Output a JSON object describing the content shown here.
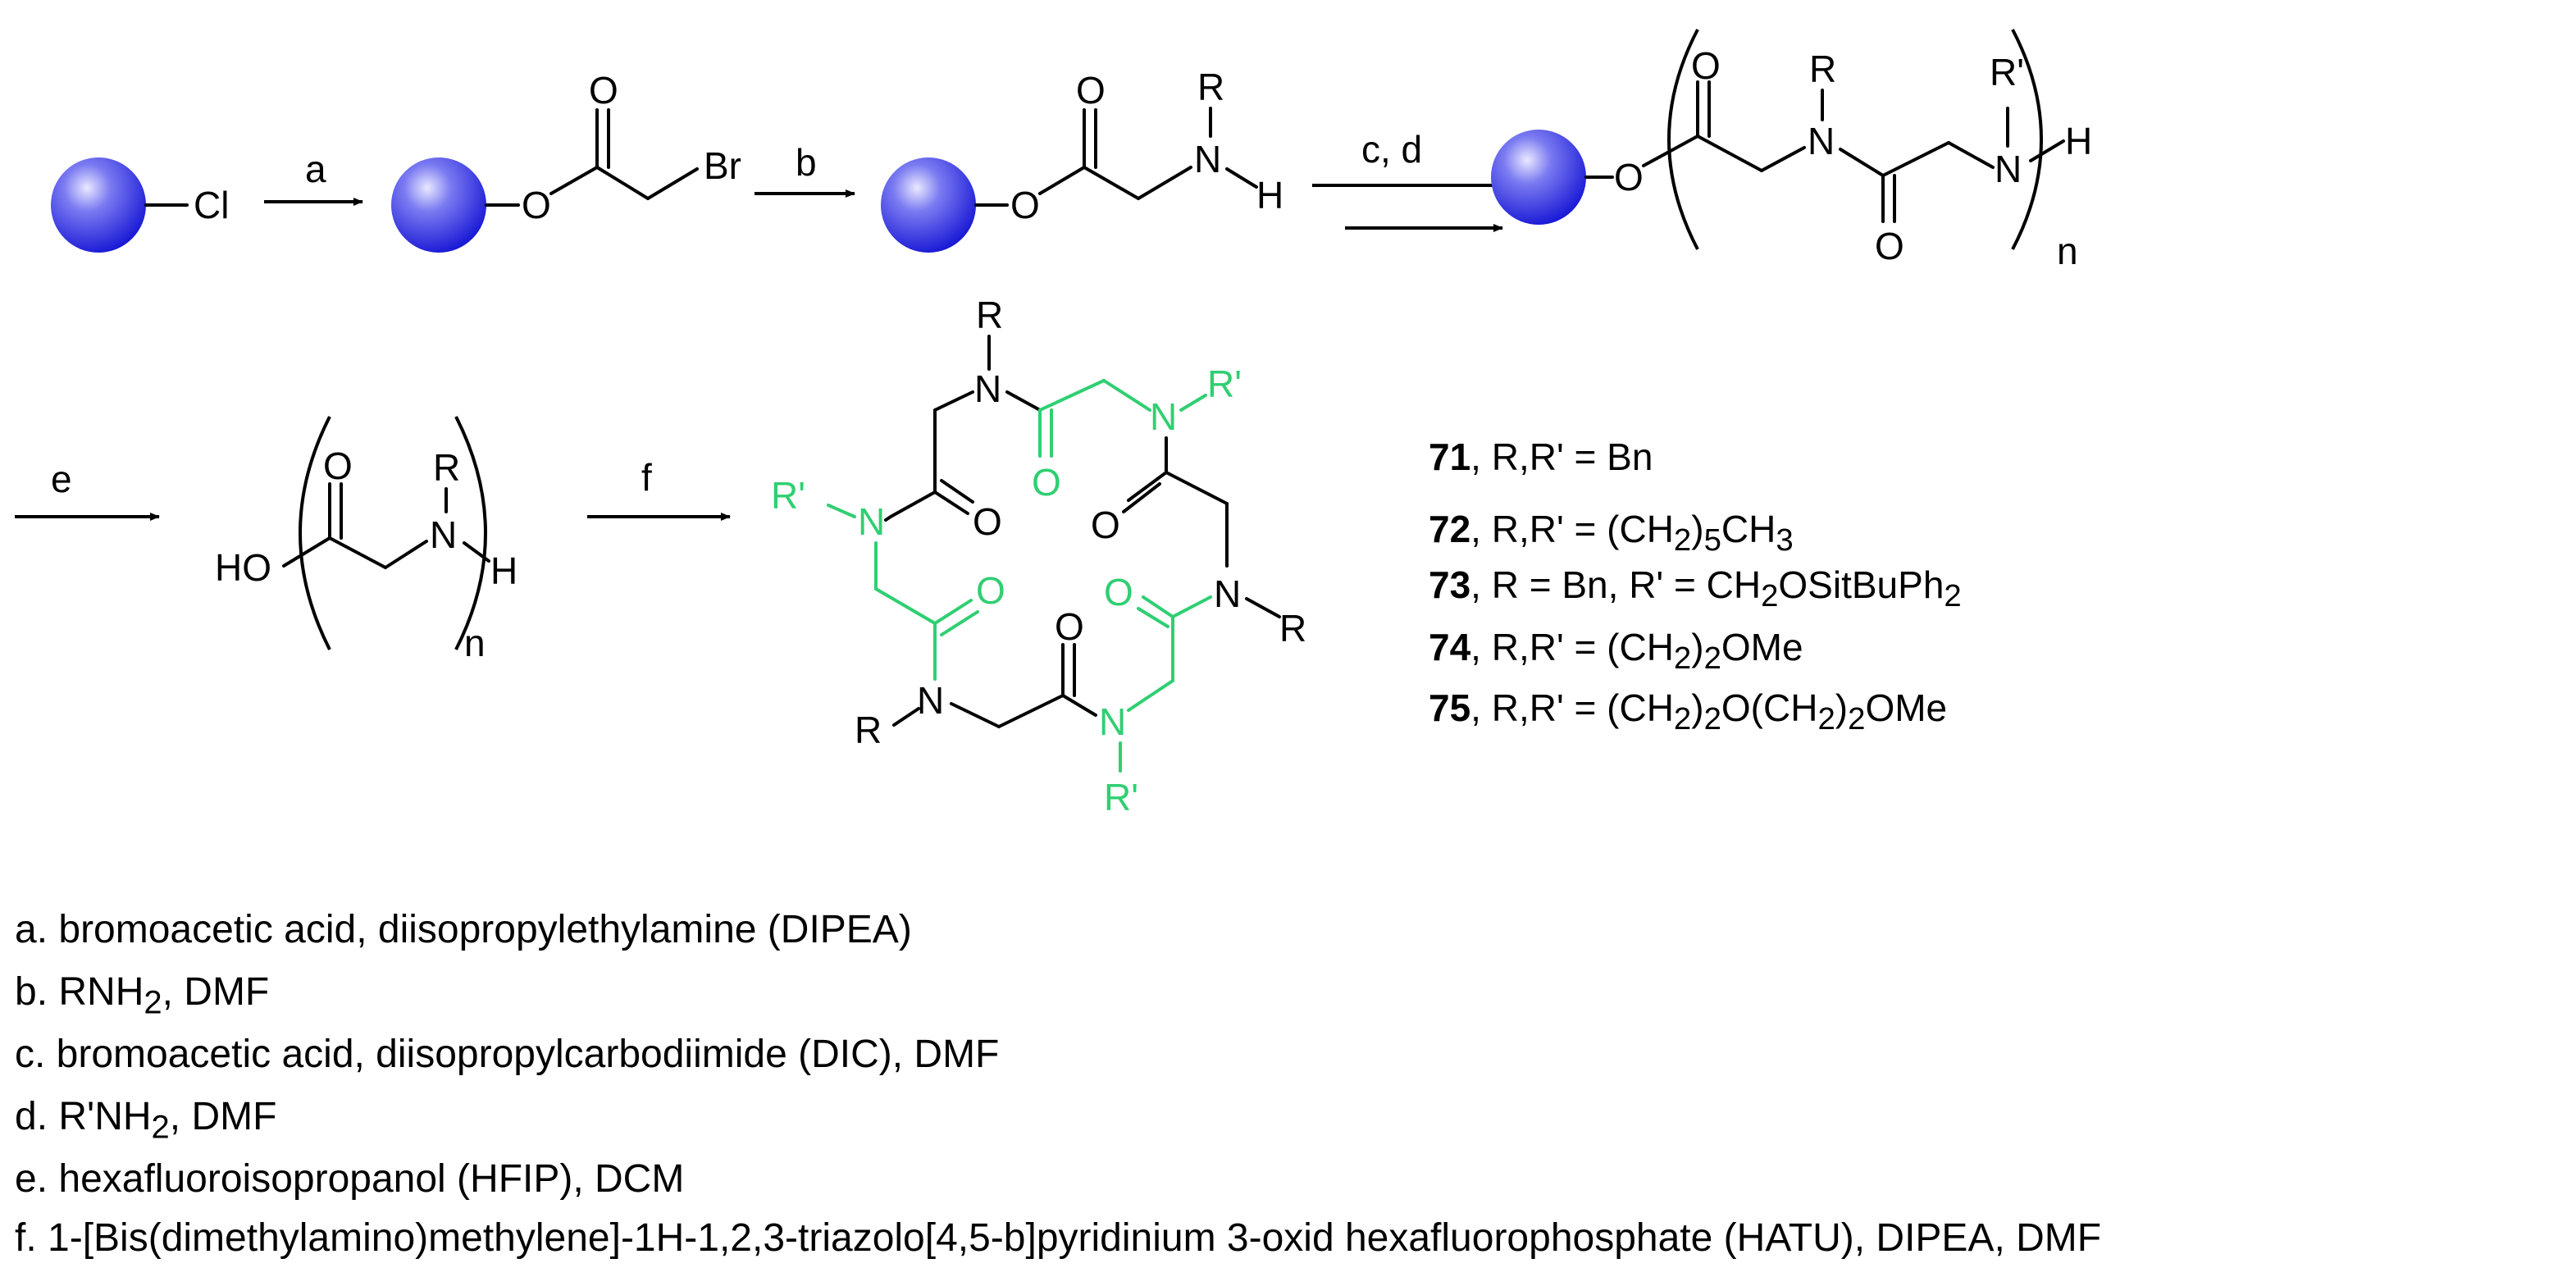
{
  "scheme": {
    "atoms": {
      "cl": "Cl",
      "br": "Br",
      "o": "O",
      "n": "N",
      "h": "H",
      "r": "R",
      "rp": "R'",
      "ho": "HO",
      "n_sub": "n"
    },
    "arrows": {
      "a": "a",
      "b": "b",
      "cd": "c, d",
      "e": "e",
      "f": "f"
    }
  },
  "compounds": [
    {
      "id": "71",
      "text": ", R,R' = Bn"
    },
    {
      "id": "72",
      "text": ", R,R' = (CH",
      "sub1": "2",
      "mid": ")",
      "sub2": "5",
      "tail": "CH",
      "sub3": "3"
    },
    {
      "id": "73",
      "text": ", R = Bn, R' = CH",
      "sub1": "2",
      "tail": "OSitBuPh",
      "sub2": "2"
    },
    {
      "id": "74",
      "text": ", R,R' = (CH",
      "sub1": "2",
      "mid": ")",
      "sub2": "2",
      "tail": "OMe"
    },
    {
      "id": "75",
      "text": ", R,R' = (CH",
      "sub1": "2",
      "mid": ")",
      "sub2": "2",
      "mid2": "O(CH",
      "sub3": "2",
      "mid3": ")",
      "sub4": "2",
      "tail": "OMe"
    }
  ],
  "conditions": [
    {
      "text": "a. bromoacetic acid, diisopropylethylamine (DIPEA)"
    },
    {
      "pre": "b. RNH",
      "sub": "2",
      "post": ", DMF"
    },
    {
      "text": "c. bromoacetic acid, diisopropylcarbodiimide (DIC), DMF"
    },
    {
      "pre": "d. R'NH",
      "sub": "2",
      "post": ", DMF"
    },
    {
      "text": "e. hexafluoroisopropanol (HFIP), DCM"
    },
    {
      "text": "f. 1-[Bis(dimethylamino)methylene]-1H-1,2,3-triazolo[4,5-b]pyridinium 3-oxid hexafluorophosphate (HATU), DIPEA, DMF"
    }
  ],
  "colors": {
    "resin_bead": "#2d2de0",
    "highlight_green": "#2fcf72"
  }
}
